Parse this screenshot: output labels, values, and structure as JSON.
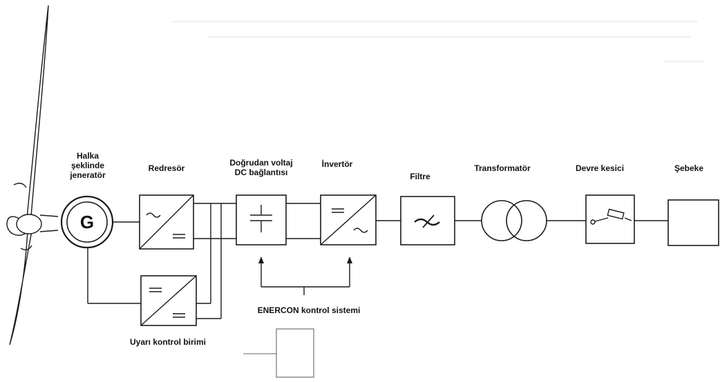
{
  "labels": {
    "generator_line1": "Halka",
    "generator_line2": "şeklinde",
    "generator_line3": "jeneratör",
    "generator_symbol": "G",
    "rectifier": "Redresör",
    "dc_link_line1": "Doğrudan voltaj",
    "dc_link_line2": "DC bağlantısı",
    "inverter": "İnvertör",
    "filter": "Filtre",
    "transformer": "Transformatör",
    "breaker": "Devre kesici",
    "grid": "Şebeke",
    "control_system": "ENERCON kontrol sistemi",
    "excitation_unit": "Uyarı kontrol birimi"
  },
  "colors": {
    "line": "#1a1a1a",
    "background": "#ffffff",
    "text": "#111111"
  }
}
